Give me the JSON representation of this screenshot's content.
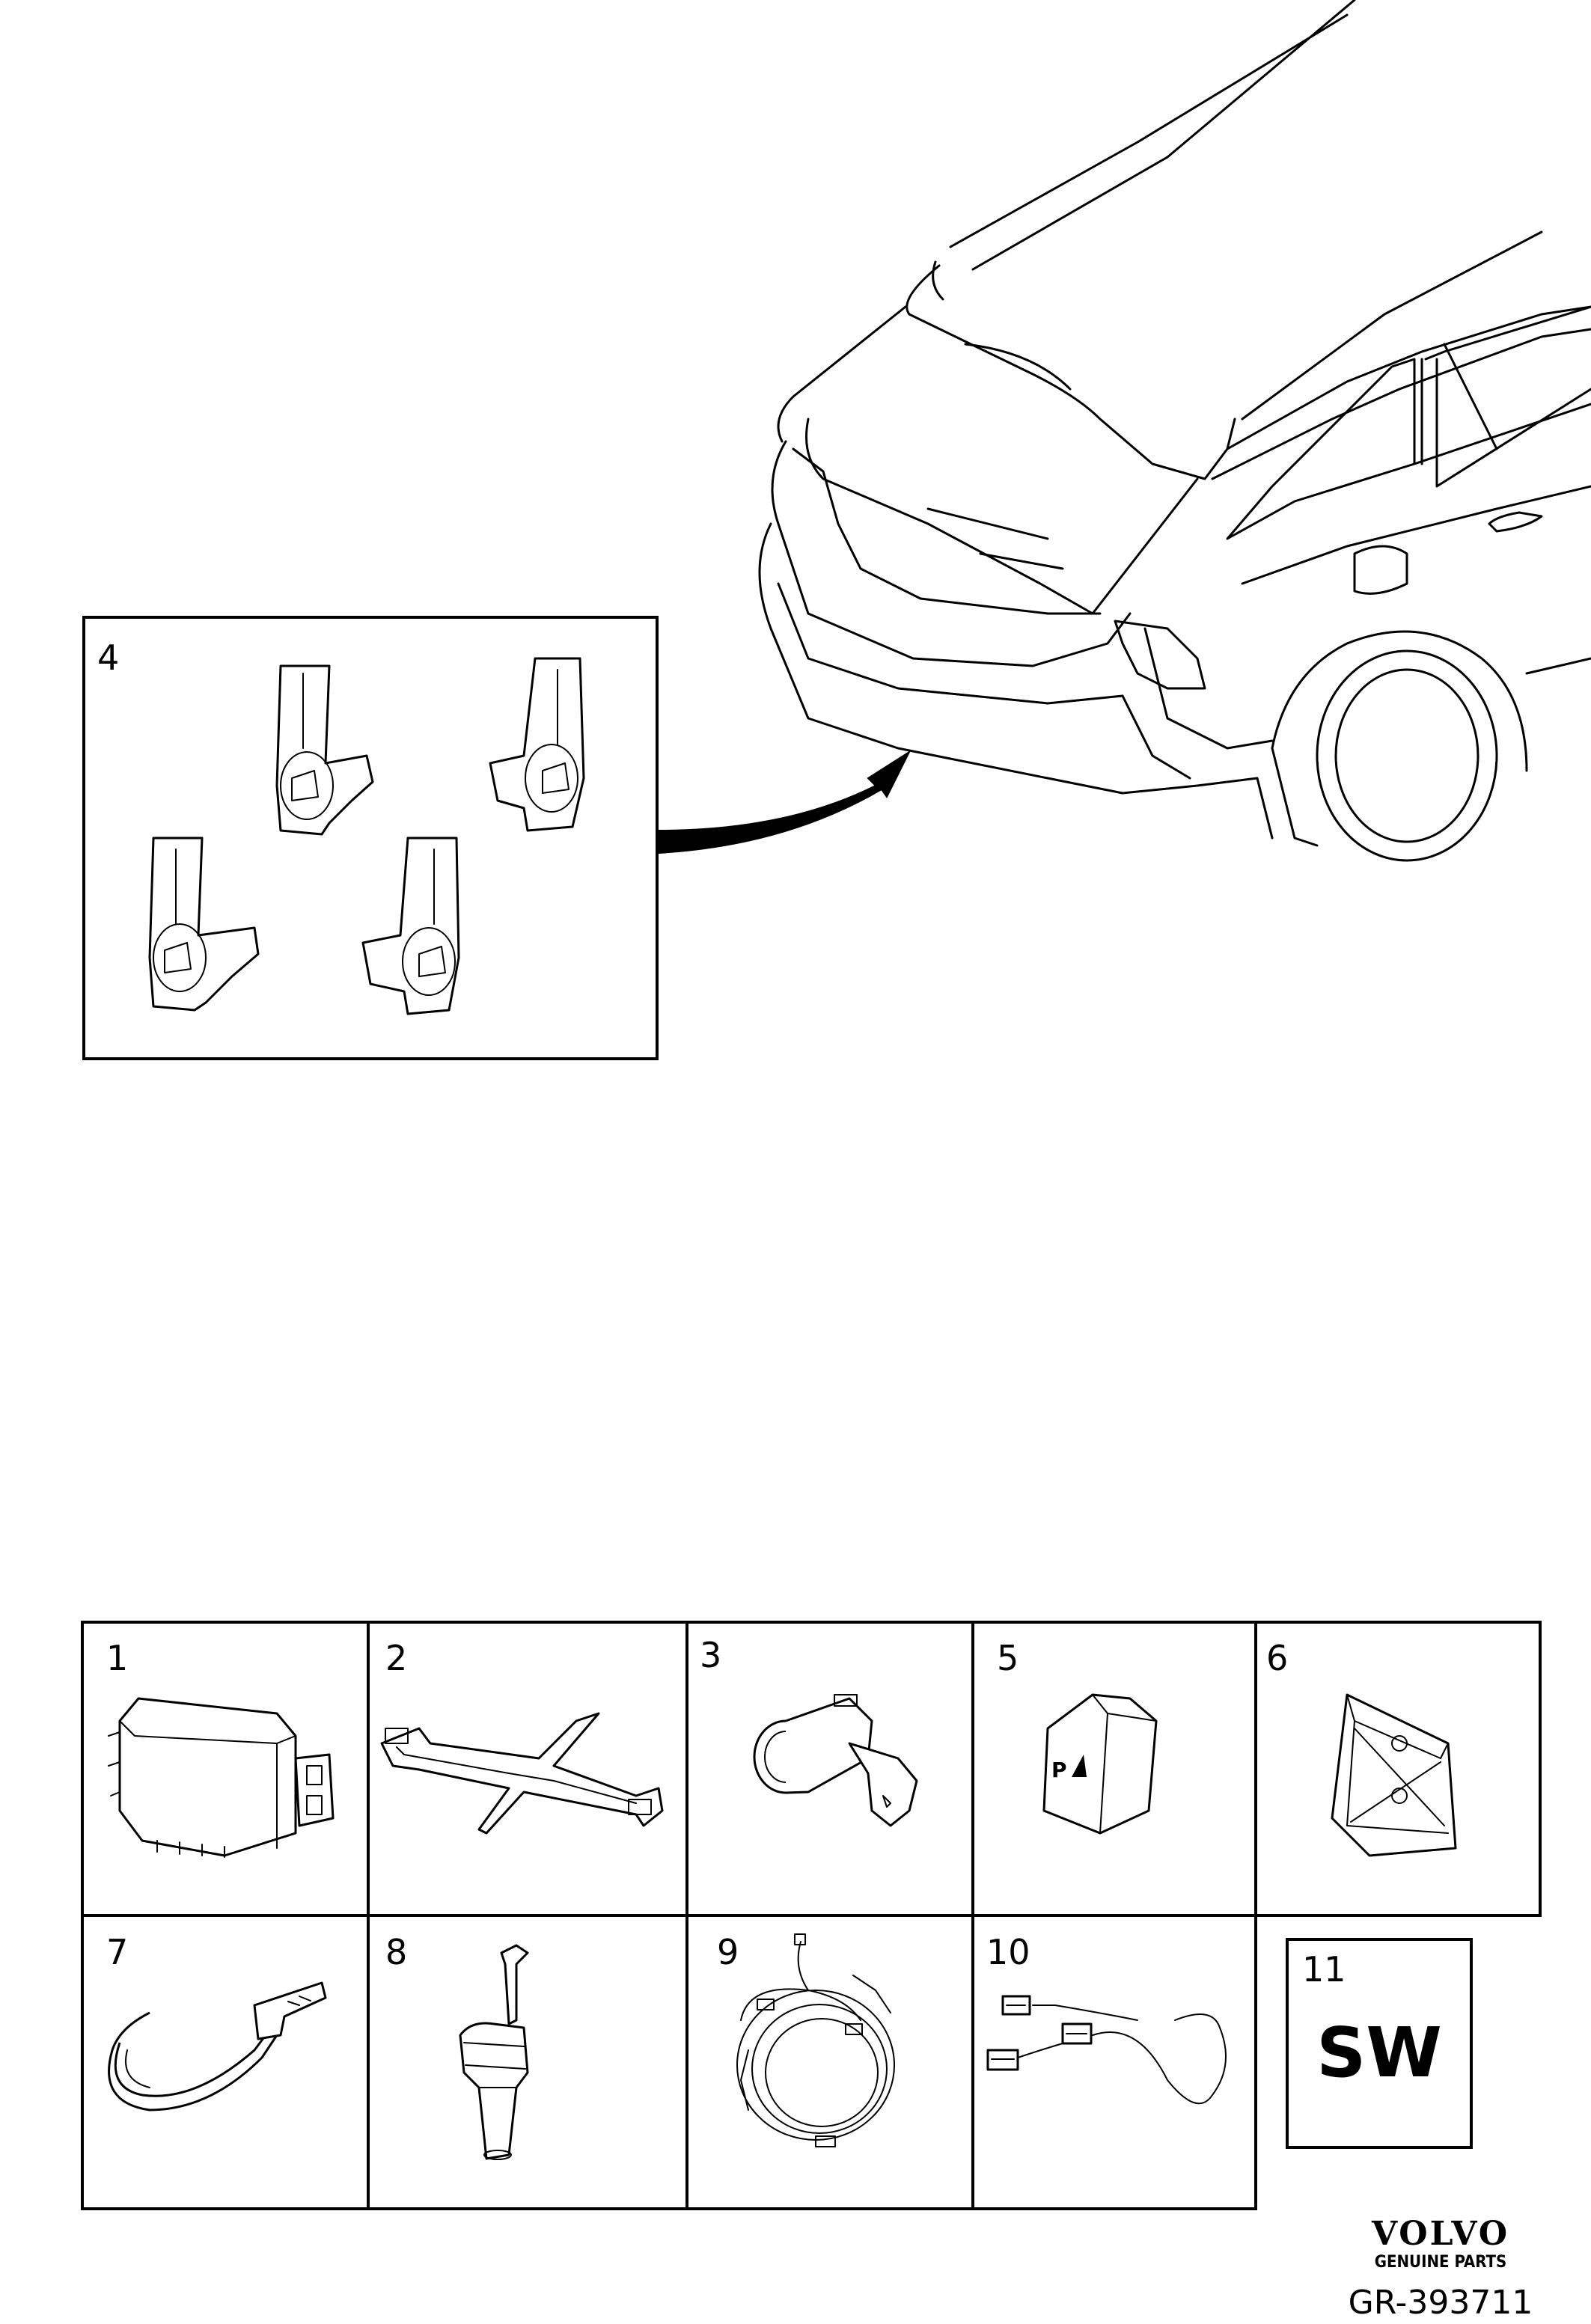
{
  "diagram": {
    "detail_box": {
      "label": "4"
    },
    "cells": [
      {
        "label": "1"
      },
      {
        "label": "2"
      },
      {
        "label": "3"
      },
      {
        "label": "5"
      },
      {
        "label": "6"
      },
      {
        "label": "7"
      },
      {
        "label": "8"
      },
      {
        "label": "9"
      },
      {
        "label": "10"
      }
    ],
    "software_box": {
      "label": "11",
      "text": "SW"
    },
    "brand": {
      "name": "VOLVO",
      "tagline": "GENUINE PARTS"
    },
    "reference": "GR-393711"
  }
}
